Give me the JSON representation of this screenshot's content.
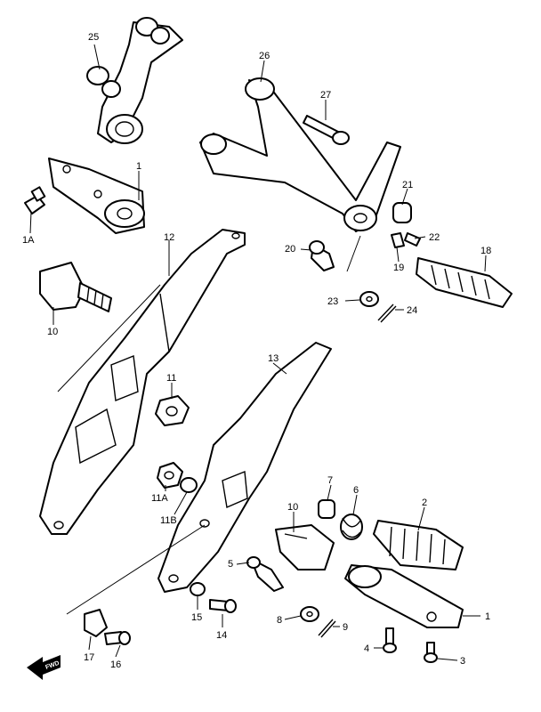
{
  "diagram": {
    "type": "exploded parts diagram",
    "callouts": {
      "c25": "25",
      "c26": "26",
      "c27": "27",
      "c1top": "1",
      "c1a": "1A",
      "c12": "12",
      "c21": "21",
      "c22": "22",
      "c20": "20",
      "c19": "19",
      "c18": "18",
      "c23": "23",
      "c24": "24",
      "c10top": "10",
      "c11": "11",
      "c13": "13",
      "c11a": "11A",
      "c11b": "11B",
      "c7": "7",
      "c6": "6",
      "c10": "10",
      "c2": "2",
      "c5": "5",
      "c15": "15",
      "c14": "14",
      "c8": "8",
      "c9": "9",
      "c1": "1",
      "c4": "4",
      "c3": "3",
      "c17": "17",
      "c16": "16"
    },
    "fwd_label": "FWD"
  }
}
